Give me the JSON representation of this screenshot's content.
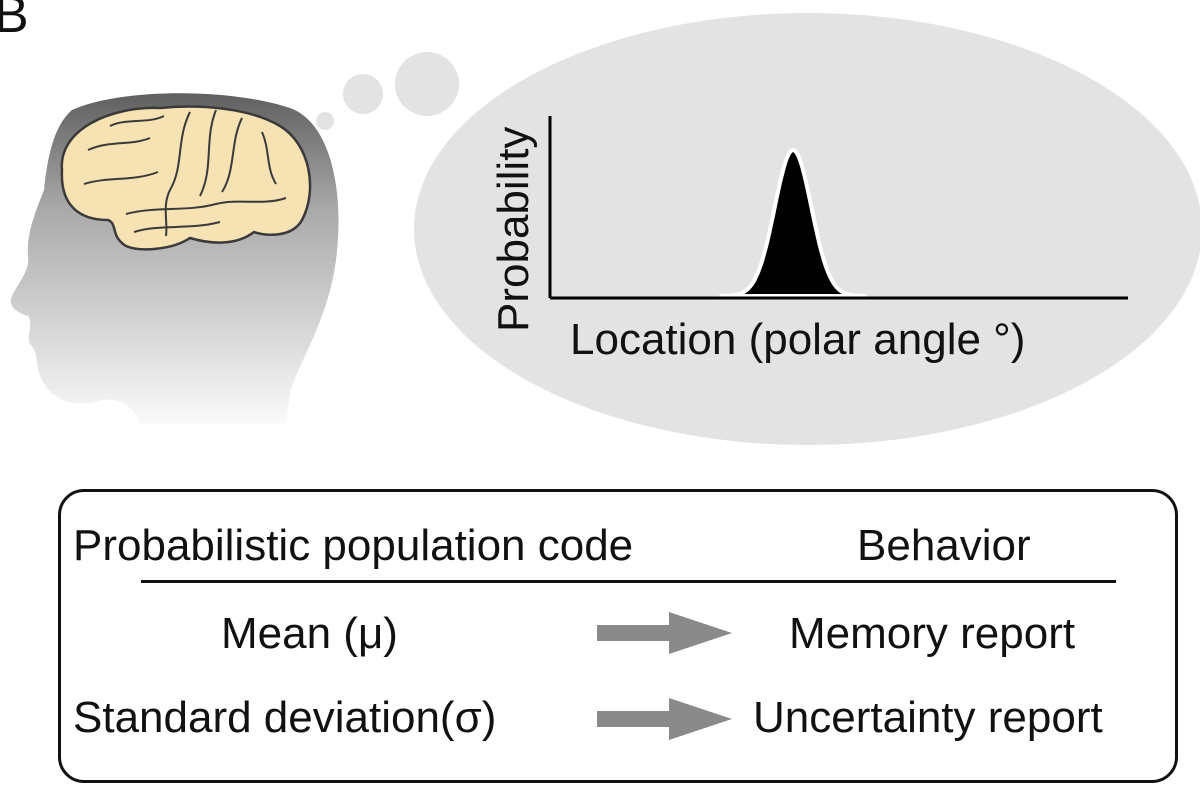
{
  "panel_label": "B",
  "illustration": {
    "head_icon": "head-silhouette-icon",
    "brain_icon": "brain-icon",
    "thought_bubble": "thought-bubble",
    "colors": {
      "bubble_fill": "#e3e3e3",
      "brain_fill": "#f6e2b3",
      "head_dark": "#6d6d6d",
      "head_light": "#f2f2f2",
      "curve_fill": "#000000",
      "arrow_fill": "#8a8a8a"
    }
  },
  "chart_data": {
    "type": "area",
    "xlabel": "Location (polar angle °)",
    "ylabel": "Probability",
    "grid": false,
    "ticks": false,
    "series": [
      {
        "shape": "gaussian",
        "relative_mean": 0.42,
        "relative_sd": 0.032
      }
    ]
  },
  "table": {
    "header_left": "Probabilistic population code",
    "header_right": "Behavior",
    "rows": [
      {
        "left": "Mean (μ)",
        "right": "Memory report"
      },
      {
        "left": "Standard deviation(σ)",
        "right": "Uncertainty report"
      }
    ]
  }
}
